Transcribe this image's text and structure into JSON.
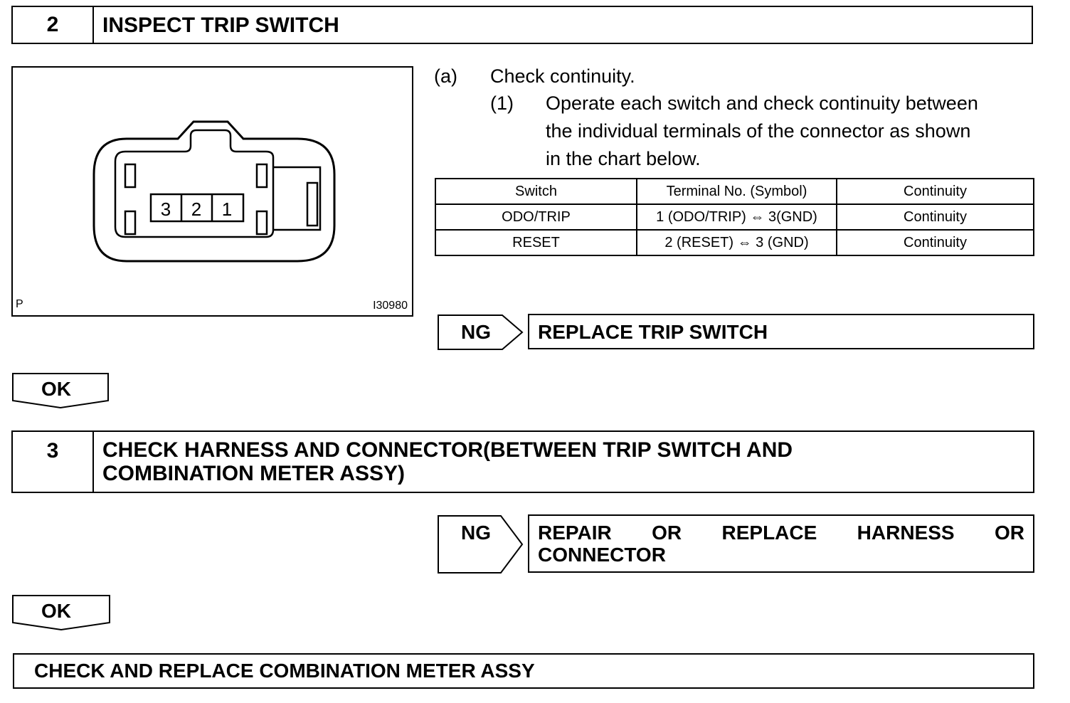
{
  "step2": {
    "number": "2",
    "title": "INSPECT TRIP SWITCH"
  },
  "figure": {
    "pins": [
      "3",
      "2",
      "1"
    ],
    "corner_label": "P",
    "figure_id": "I30980"
  },
  "instructions": {
    "a_label": "(a)",
    "a_text": "Check continuity.",
    "sub_label": "(1)",
    "sub_lines": [
      "Operate each switch and check continuity between",
      "the individual terminals of the connector as shown",
      "in the chart below."
    ]
  },
  "table": {
    "headers": [
      "Switch",
      "Terminal No. (Symbol)",
      "Continuity"
    ],
    "rows": [
      [
        "ODO/TRIP",
        "1 (ODO/TRIP) ⇔ 3(GND)",
        "Continuity"
      ],
      [
        "RESET",
        "2 (RESET) ⇔ 3 (GND)",
        "Continuity"
      ]
    ]
  },
  "ng1": {
    "label": "NG",
    "result": "REPLACE TRIP SWITCH"
  },
  "ok1": {
    "label": "OK"
  },
  "step3": {
    "number": "3",
    "title_line1": "CHECK HARNESS AND CONNECTOR(BETWEEN TRIP SWITCH AND",
    "title_line2": "COMBINATION METER ASSY)"
  },
  "ng2": {
    "label": "NG",
    "result_line1": "REPAIR   OR   REPLACE   HARNESS   OR",
    "result_line2": "CONNECTOR"
  },
  "ok2": {
    "label": "OK"
  },
  "final": {
    "text": "CHECK AND REPLACE COMBINATION METER ASSY"
  }
}
